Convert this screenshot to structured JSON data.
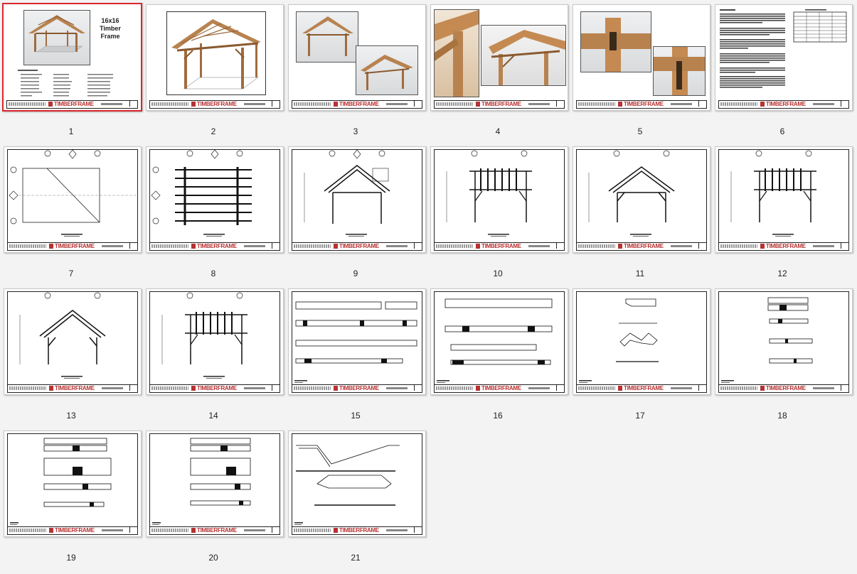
{
  "cover": {
    "title_line1": "16x16",
    "title_line2": "Timber",
    "title_line3": "Frame"
  },
  "logo_text": "TIMBERFRAME",
  "selected_page": 1,
  "colors": {
    "selection": "#d9262c",
    "logo": "#b73232",
    "timber": "#b8824f"
  },
  "pages": [
    {
      "label": "1",
      "kind": "cover"
    },
    {
      "label": "2",
      "kind": "render-large"
    },
    {
      "label": "3",
      "kind": "render-two"
    },
    {
      "label": "4",
      "kind": "render-detail"
    },
    {
      "label": "5",
      "kind": "render-joint"
    },
    {
      "label": "6",
      "kind": "notes"
    },
    {
      "label": "7",
      "kind": "plan-floor"
    },
    {
      "label": "8",
      "kind": "plan-roof"
    },
    {
      "label": "9",
      "kind": "elev-gable-detail"
    },
    {
      "label": "10",
      "kind": "elev-side"
    },
    {
      "label": "11",
      "kind": "elev-gable"
    },
    {
      "label": "12",
      "kind": "elev-side"
    },
    {
      "label": "13",
      "kind": "section-gable"
    },
    {
      "label": "14",
      "kind": "section-side"
    },
    {
      "label": "15",
      "kind": "member-sills"
    },
    {
      "label": "16",
      "kind": "member-tie"
    },
    {
      "label": "17",
      "kind": "member-brace"
    },
    {
      "label": "18",
      "kind": "member-post"
    },
    {
      "label": "19",
      "kind": "member-postA"
    },
    {
      "label": "20",
      "kind": "member-postB"
    },
    {
      "label": "21",
      "kind": "member-rafter"
    }
  ]
}
